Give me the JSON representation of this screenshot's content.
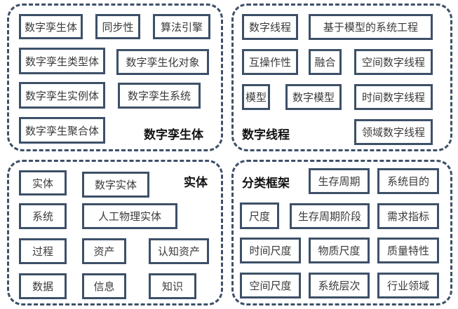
{
  "digital_twin": {
    "title": "数字孪生体",
    "items": [
      "数字孪生体",
      "同步性",
      "算法引擎",
      "数字孪生类型体",
      "数字孪生化对象",
      "数字孪生实例体",
      "数字孪生系统",
      "数字孪生聚合体"
    ]
  },
  "digital_thread": {
    "title": "数字线程",
    "items": [
      "数字线程",
      "基于模型的系统工程",
      "互操作性",
      "融合",
      "空间数字线程",
      "模型",
      "数字模型",
      "时间数字线程",
      "领域数字线程"
    ]
  },
  "entity": {
    "title": "实体",
    "items": [
      "实体",
      "数字实体",
      "系统",
      "人工物理实体",
      "过程",
      "资产",
      "认知资产",
      "数据",
      "信息",
      "知识"
    ]
  },
  "classification": {
    "title": "分类框架",
    "items": [
      "生存周期",
      "系统目的",
      "尺度",
      "生存周期阶段",
      "需求指标",
      "时间尺度",
      "物质尺度",
      "质量特性",
      "空间尺度",
      "系统层次",
      "行业领域"
    ]
  }
}
